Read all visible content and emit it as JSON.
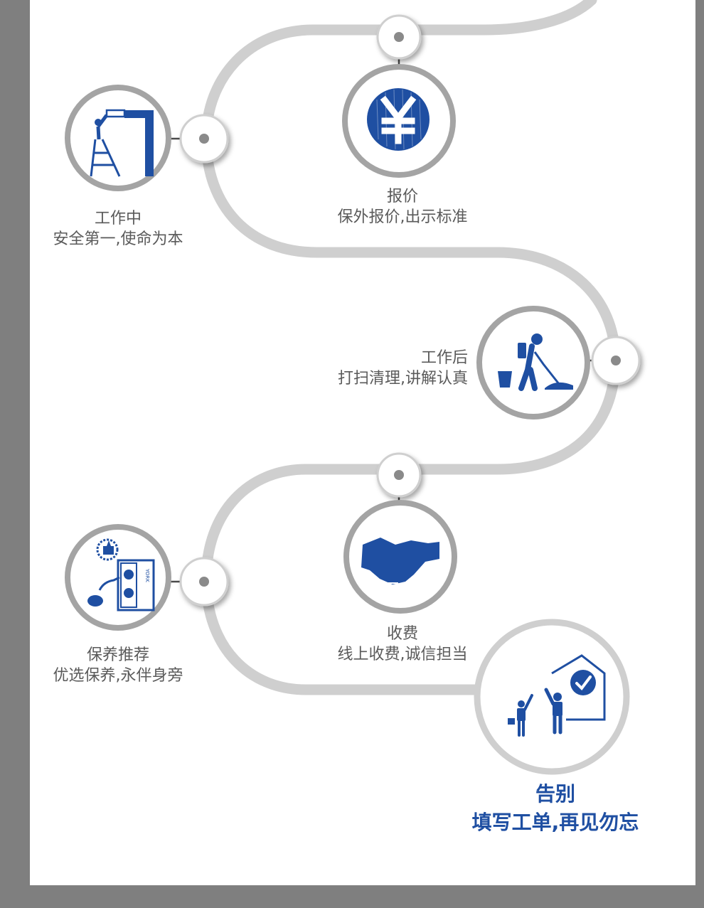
{
  "steps": [
    {
      "id": "working",
      "title": "工作中",
      "desc": "安全第一,使命为本",
      "icon": "ladder-worker-icon"
    },
    {
      "id": "quote",
      "title": "报价",
      "desc": "保外报价,出示标准",
      "icon": "yuan-icon"
    },
    {
      "id": "after-work",
      "title": "工作后",
      "desc": "打扫清理,讲解认真",
      "icon": "mopping-worker-icon"
    },
    {
      "id": "maintenance",
      "title": "保养推荐",
      "desc": "优选保养,永伴身旁",
      "icon": "ac-unit-icon",
      "unit_brand": "YORK"
    },
    {
      "id": "payment",
      "title": "收费",
      "desc": "线上收费,诚信担当",
      "icon": "handshake-icon"
    },
    {
      "id": "farewell",
      "title": "告别",
      "desc": "填写工单,再见勿忘",
      "icon": "house-check-icon"
    }
  ],
  "colors": {
    "panel": "#ffffff",
    "frame": "#7f7f7f",
    "path": "#cfcfcf",
    "ring": "#a4a4a4",
    "icon_blue": "#1f4fa2",
    "label_gray": "#5a5a5a",
    "final_blue": "#1f4fa2"
  }
}
